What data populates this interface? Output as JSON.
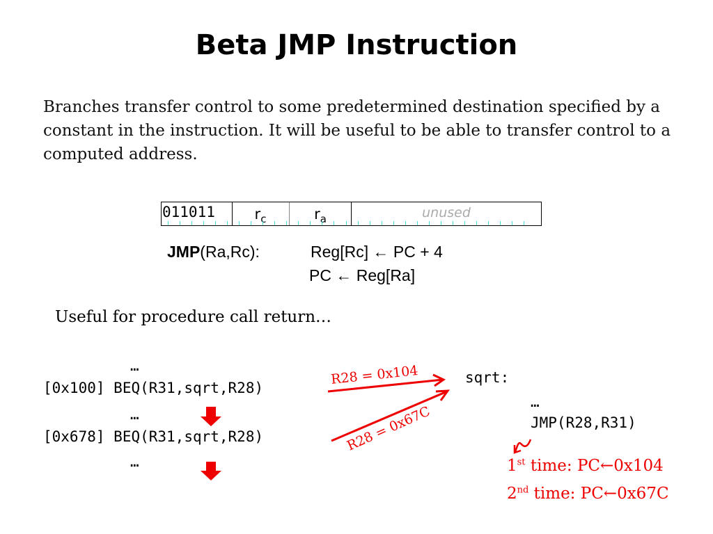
{
  "title": "Beta JMP Instruction",
  "intro": "Branches transfer control to some predetermined destination specified by a constant in the instruction.  It will be useful to be able to transfer control to a computed address.",
  "encoding": {
    "opcode": "011011",
    "rc": "r",
    "rc_sub": "c",
    "ra": "r",
    "ra_sub": "a",
    "unused": "unused"
  },
  "semantics": {
    "name": "JMP",
    "args": "(Ra,Rc):",
    "line1": "Reg[Rc] ← PC + 4",
    "line2": "PC ← Reg[Ra]"
  },
  "useful": "Useful for procedure call return…",
  "code": {
    "dots": "…",
    "addr1": "[0x100]",
    "instr1": "BEQ(R31,sqrt,R28)",
    "addr2": "[0x678]",
    "instr2": "BEQ(R31,sqrt,R28)",
    "label": "sqrt:",
    "jmp": "JMP(R28,R31)"
  },
  "annotations": {
    "arrow1": "R28 = 0x104",
    "arrow2": "R28 = 0x67C",
    "first_num": "1",
    "first_sup": "st",
    "first_rest": " time: PC←0x104",
    "second_num": "2",
    "second_sup": "nd",
    "second_rest": " time: PC←0x67C"
  },
  "colors": {
    "accent": "#ee0000"
  }
}
